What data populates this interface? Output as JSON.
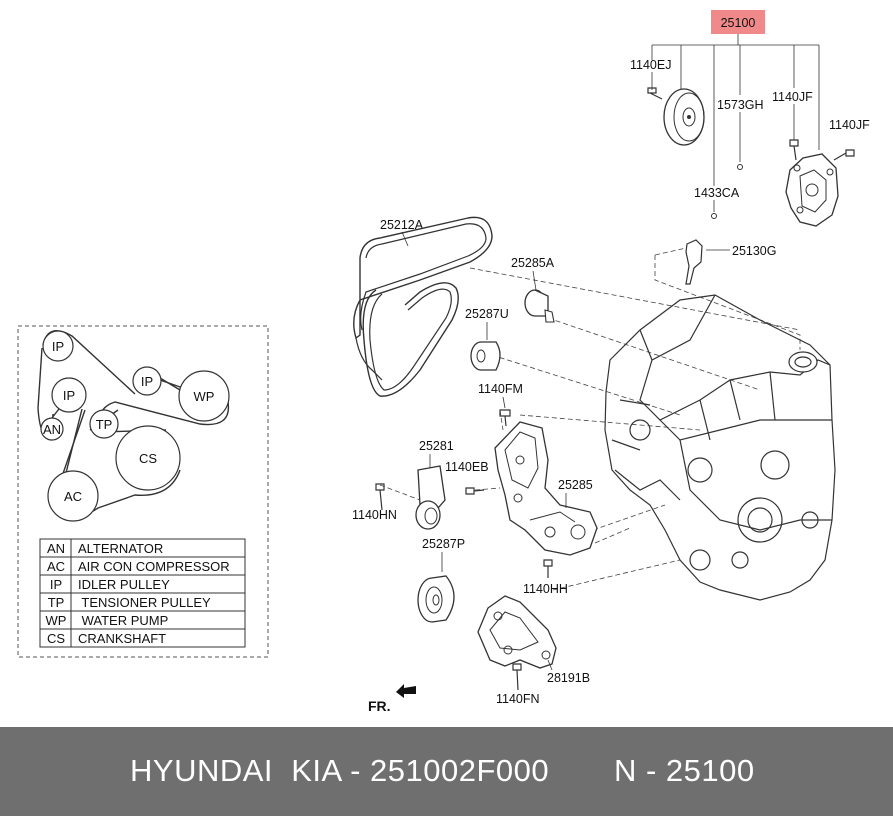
{
  "parts": {
    "p25100": "25100",
    "p1140EJ": "1140EJ",
    "p1573GH": "1573GH",
    "p1140JF_a": "1140JF",
    "p1140JF_b": "1140JF",
    "p1433CA": "1433CA",
    "p25130G": "25130G",
    "p25212A": "25212A",
    "p25285A": "25285A",
    "p25287U": "25287U",
    "p1140FM": "1140FM",
    "p25281": "25281",
    "p1140EB": "1140EB",
    "p25285": "25285",
    "p1140HN": "1140HN",
    "p25287P": "25287P",
    "p1140HH": "1140HH",
    "p28191B": "28191B",
    "p1140FN": "1140FN",
    "fr": "FR."
  },
  "belt_schematic": {
    "pulleys": [
      "IP",
      "IP",
      "WP",
      "IP",
      "AN",
      "TP",
      "CS",
      "AC"
    ]
  },
  "legend": [
    {
      "code": "AN",
      "desc": "ALTERNATOR"
    },
    {
      "code": "AC",
      "desc": "AIR CON COMPRESSOR"
    },
    {
      "code": "IP",
      "desc": "IDLER PULLEY"
    },
    {
      "code": "TP",
      "desc": " TENSIONER PULLEY"
    },
    {
      "code": "WP",
      "desc": " WATER PUMP"
    },
    {
      "code": "CS",
      "desc": "CRANKSHAFT"
    }
  ],
  "footer": {
    "brand": "HYUNDAI  KIA - 251002F000",
    "ref": "N - 25100"
  },
  "colors": {
    "highlight": "#f08a8a",
    "footer_bg": "#6f6f6f"
  }
}
